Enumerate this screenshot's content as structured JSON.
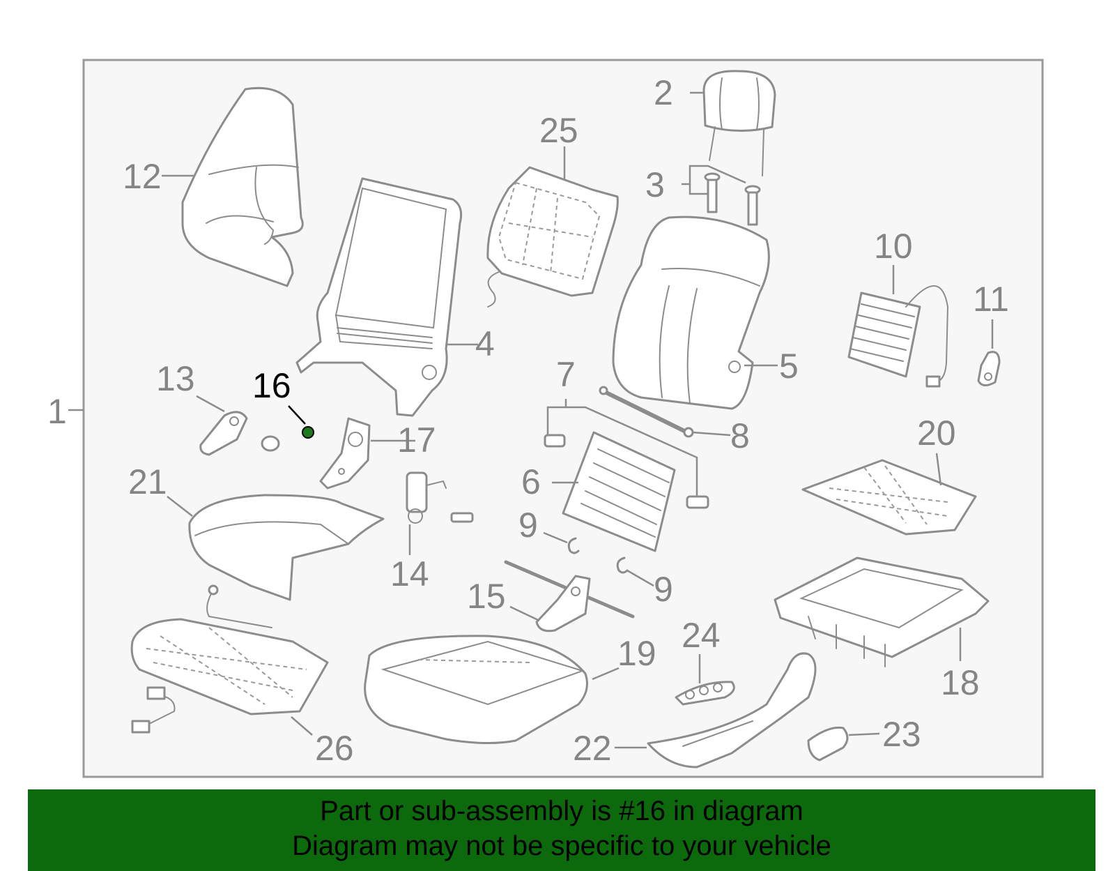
{
  "diagram": {
    "callouts": [
      {
        "id": "1",
        "label": "1"
      },
      {
        "id": "2",
        "label": "2"
      },
      {
        "id": "3",
        "label": "3"
      },
      {
        "id": "4",
        "label": "4"
      },
      {
        "id": "5",
        "label": "5"
      },
      {
        "id": "6",
        "label": "6"
      },
      {
        "id": "7",
        "label": "7"
      },
      {
        "id": "8",
        "label": "8"
      },
      {
        "id": "9a",
        "label": "9"
      },
      {
        "id": "9b",
        "label": "9"
      },
      {
        "id": "10",
        "label": "10"
      },
      {
        "id": "11",
        "label": "11"
      },
      {
        "id": "12",
        "label": "12"
      },
      {
        "id": "13",
        "label": "13"
      },
      {
        "id": "14",
        "label": "14"
      },
      {
        "id": "15",
        "label": "15"
      },
      {
        "id": "16",
        "label": "16",
        "highlighted": true
      },
      {
        "id": "17",
        "label": "17"
      },
      {
        "id": "18",
        "label": "18"
      },
      {
        "id": "19",
        "label": "19"
      },
      {
        "id": "20",
        "label": "20"
      },
      {
        "id": "21",
        "label": "21"
      },
      {
        "id": "22",
        "label": "22"
      },
      {
        "id": "23",
        "label": "23"
      },
      {
        "id": "24",
        "label": "24"
      },
      {
        "id": "25",
        "label": "25"
      },
      {
        "id": "26",
        "label": "26"
      }
    ],
    "highlight_color": "#1e7a1e"
  },
  "banner": {
    "line1": "Part or sub-assembly is #16 in diagram",
    "line2": "Diagram may not be specific to your vehicle",
    "background": "#0c6a0c"
  }
}
